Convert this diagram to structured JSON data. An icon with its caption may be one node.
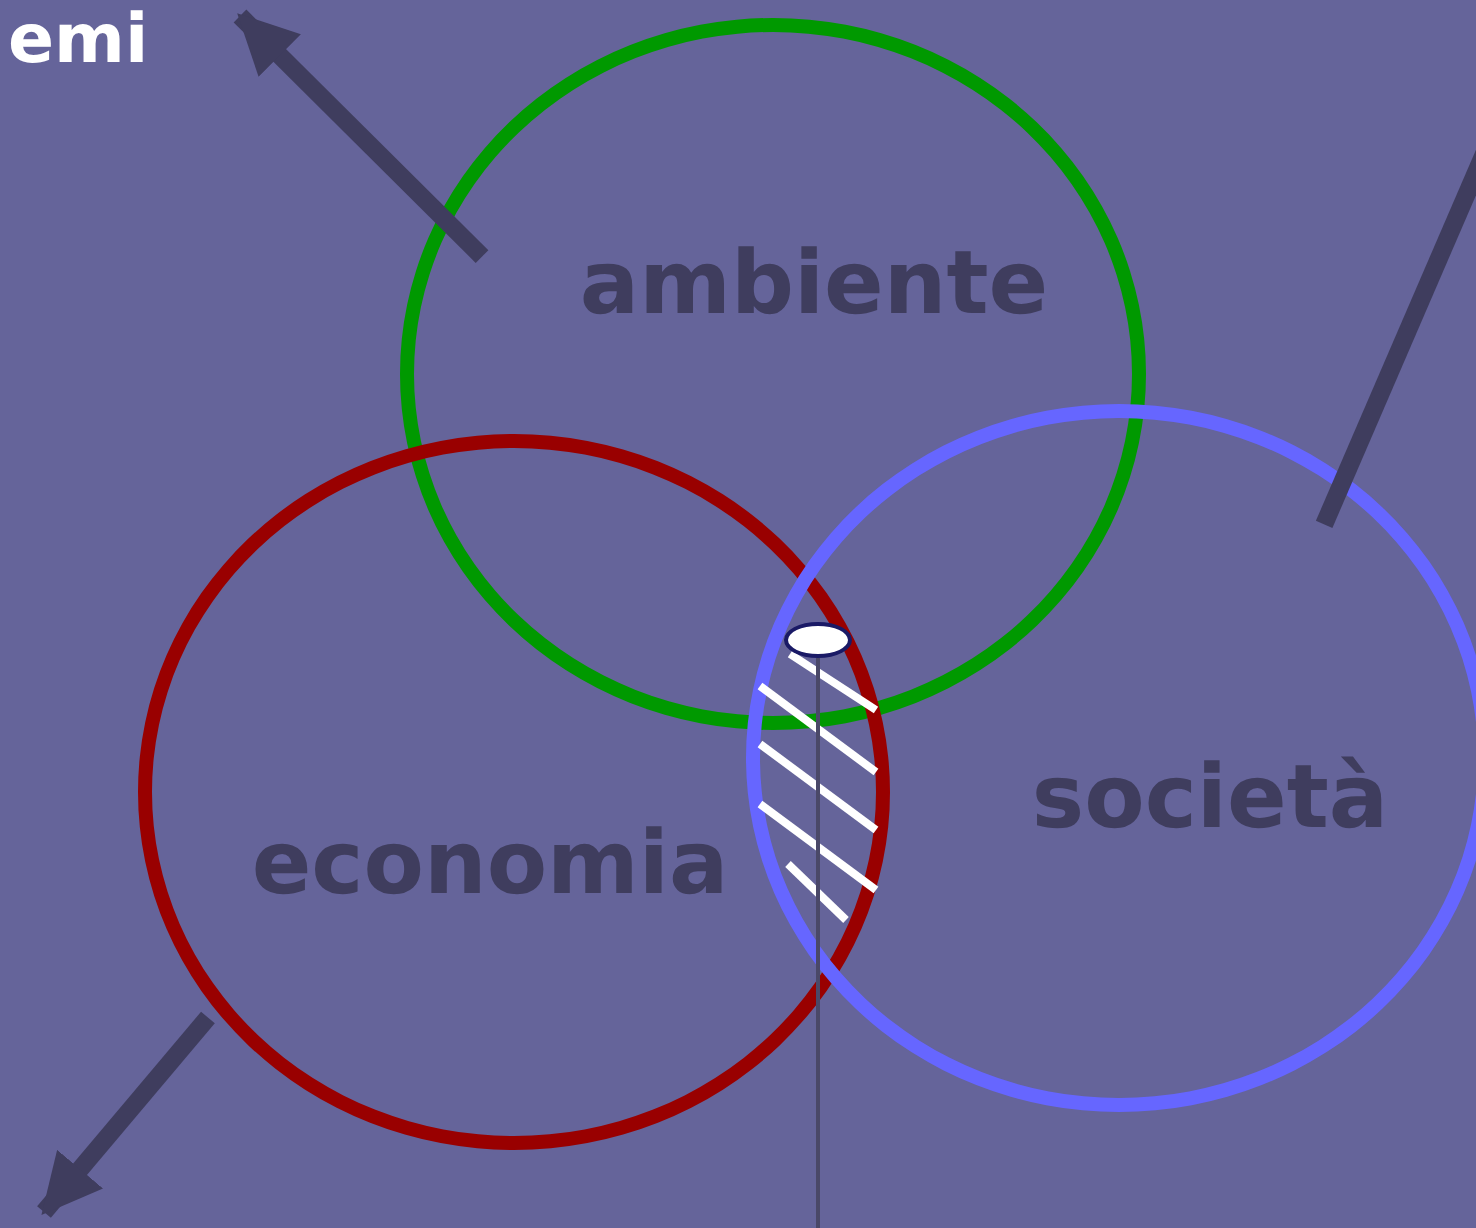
{
  "diagram": {
    "nodes": [
      {
        "text": [
          "ambiente"
        ]
      },
      {
        "text": [
          "economia"
        ]
      },
      {
        "text": [
          "società"
        ]
      },
      {
        "text": [],
        "shape": "ellipse"
      }
    ],
    "edges": [
      {
        "from": 0,
        "to": null,
        "arrow": "to"
      },
      {
        "from": 2,
        "to": null,
        "arrow": "none"
      },
      {
        "from": 1,
        "to": null,
        "arrow": "to"
      },
      {
        "from": 3,
        "to": null,
        "arrow": "none"
      }
    ],
    "labels": [
      "emi"
    ]
  }
}
